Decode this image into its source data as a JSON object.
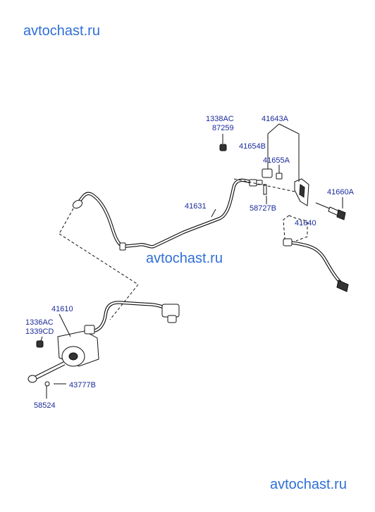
{
  "watermark": "avtochast.ru",
  "labels": {
    "p1338ac": "1338AC",
    "p87259": "87259",
    "p41643a": "41643A",
    "p41654b": "41654B",
    "p41655a": "41655A",
    "p41660a": "41660A",
    "p41631": "41631",
    "p58727b": "58727B",
    "p41640": "41640",
    "p41610": "41610",
    "p1336ac": "1336AC",
    "p1339cd": "1339CD",
    "p43777b": "43777B",
    "p58524": "58524"
  }
}
